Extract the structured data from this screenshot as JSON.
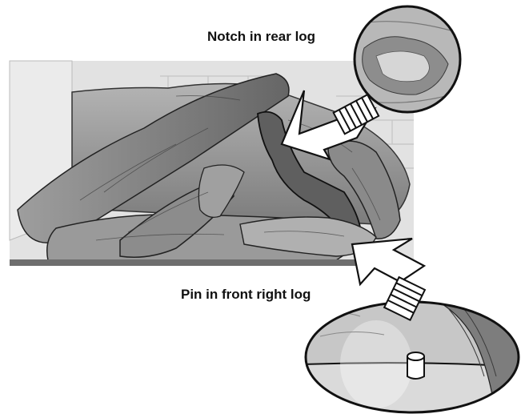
{
  "labels": {
    "notch": "Notch in rear log",
    "pin": "Pin in front right log"
  },
  "parts": {
    "main_illustration": "fireplace-logs",
    "detail_top": "rear-log-notch-closeup",
    "detail_bottom": "front-right-log-pin-closeup"
  },
  "colors": {
    "outline": "#111111",
    "log_fill": "#8f8f8f",
    "log_dark": "#5a5a5a",
    "background_wall": "#dedede",
    "hearth": "#6e6e6e"
  }
}
